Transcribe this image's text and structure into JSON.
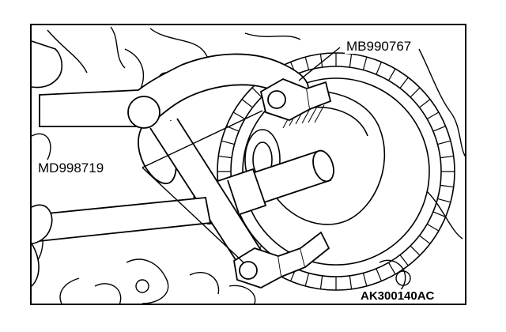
{
  "figure": {
    "labels": {
      "tool_top": "MB990767",
      "tool_left": "MD998719"
    },
    "figure_code": "AK300140AC"
  },
  "colors": {
    "line": "#000000",
    "background": "#ffffff"
  }
}
